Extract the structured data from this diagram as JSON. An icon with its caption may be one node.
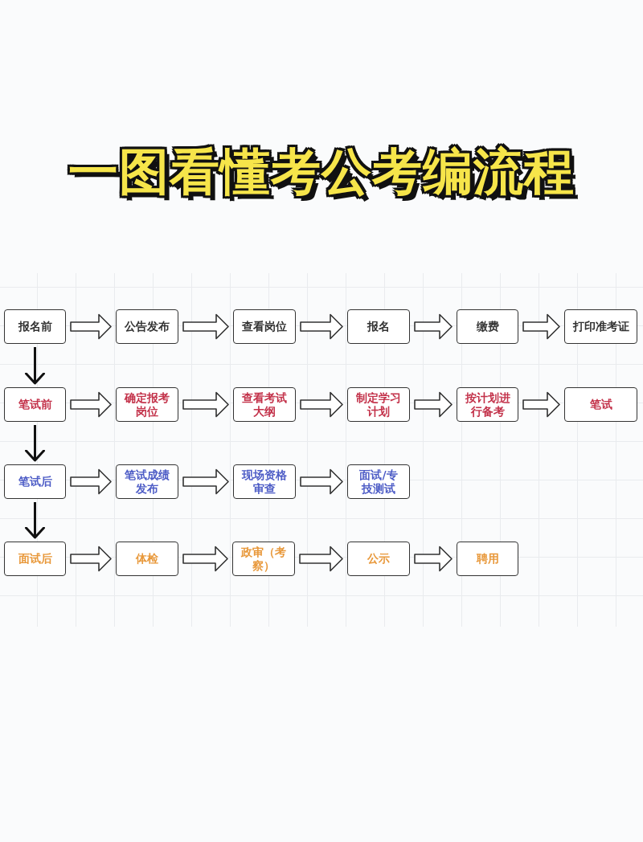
{
  "diagram": {
    "title": "一图看懂考公考编流程",
    "nodes": [
      {
        "text": [
          "报名前"
        ]
      },
      {
        "text": [
          "公告发布"
        ]
      },
      {
        "text": [
          "查看岗位"
        ]
      },
      {
        "text": [
          "报名"
        ]
      },
      {
        "text": [
          "缴费"
        ]
      },
      {
        "text": [
          "打印准考证"
        ]
      },
      {
        "text": [
          "笔试前"
        ]
      },
      {
        "text": [
          "确定报考岗位"
        ]
      },
      {
        "text": [
          "查看考试大纲"
        ]
      },
      {
        "text": [
          "制定学习计划"
        ]
      },
      {
        "text": [
          "按计划进行备考"
        ]
      },
      {
        "text": [
          "笔试"
        ]
      },
      {
        "text": [
          "笔试后"
        ]
      },
      {
        "text": [
          "笔试成绩发布"
        ]
      },
      {
        "text": [
          "现场资格审查"
        ]
      },
      {
        "text": [
          "面试/专技测试"
        ]
      },
      {
        "text": [
          "面试后"
        ]
      },
      {
        "text": [
          "体检"
        ]
      },
      {
        "text": [
          "政审（考察）"
        ]
      },
      {
        "text": [
          "公示"
        ]
      },
      {
        "text": [
          "聘用"
        ]
      }
    ],
    "edges": [
      {
        "from": 0,
        "to": 1,
        "arrow": "to"
      },
      {
        "from": 1,
        "to": 2,
        "arrow": "to"
      },
      {
        "from": 2,
        "to": 3,
        "arrow": "to"
      },
      {
        "from": 3,
        "to": 4,
        "arrow": "to"
      },
      {
        "from": 4,
        "to": 5,
        "arrow": "to"
      },
      {
        "from": 0,
        "to": 6,
        "arrow": "to"
      },
      {
        "from": 6,
        "to": 7,
        "arrow": "to"
      },
      {
        "from": 7,
        "to": 8,
        "arrow": "to"
      },
      {
        "from": 8,
        "to": 9,
        "arrow": "to"
      },
      {
        "from": 9,
        "to": 10,
        "arrow": "to"
      },
      {
        "from": 10,
        "to": 11,
        "arrow": "to"
      },
      {
        "from": 6,
        "to": 12,
        "arrow": "to"
      },
      {
        "from": 12,
        "to": 13,
        "arrow": "to"
      },
      {
        "from": 13,
        "to": 14,
        "arrow": "to"
      },
      {
        "from": 14,
        "to": 15,
        "arrow": "to"
      },
      {
        "from": 12,
        "to": 16,
        "arrow": "to"
      },
      {
        "from": 16,
        "to": 17,
        "arrow": "to"
      },
      {
        "from": 17,
        "to": 18,
        "arrow": "to"
      },
      {
        "from": 18,
        "to": 19,
        "arrow": "to"
      },
      {
        "from": 19,
        "to": 20,
        "arrow": "to"
      }
    ]
  }
}
